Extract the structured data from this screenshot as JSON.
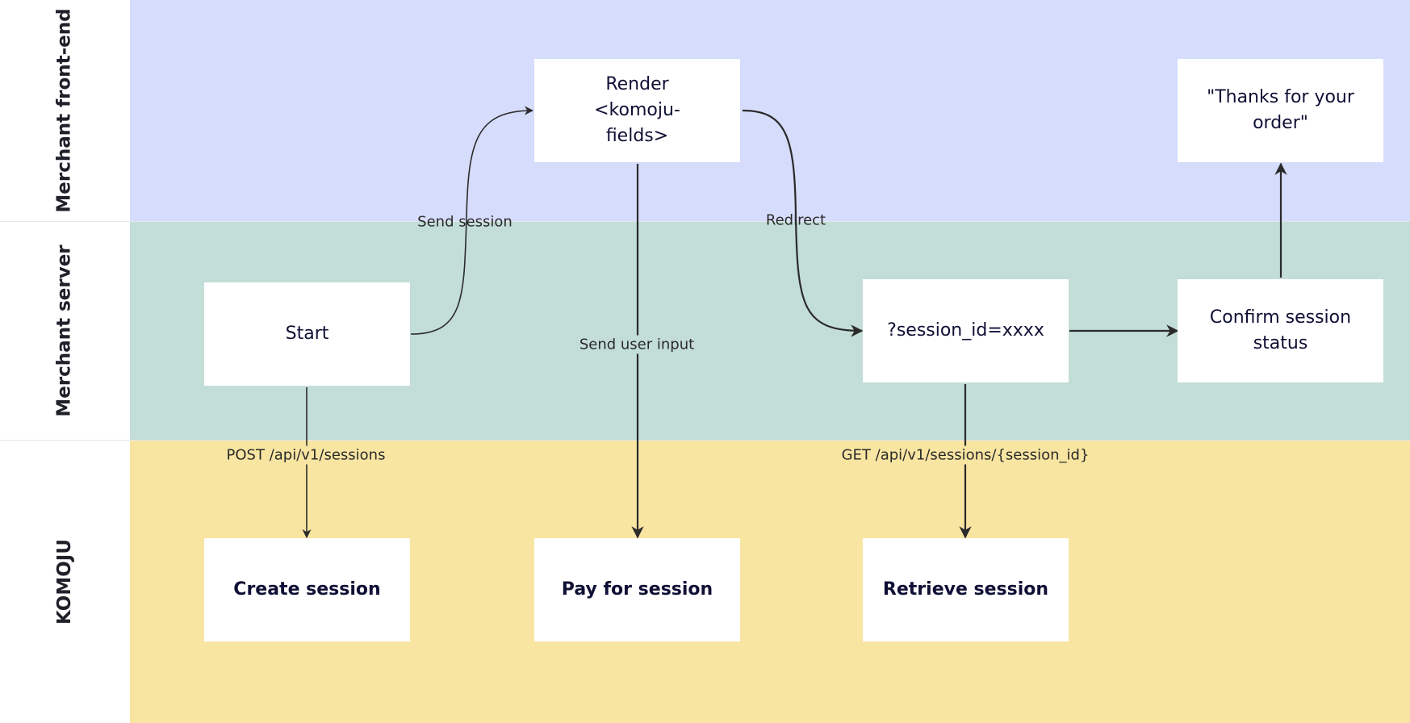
{
  "lanes": {
    "frontend": {
      "title": "Merchant front-end",
      "color": "#d6dcfb"
    },
    "server": {
      "title": "Merchant server",
      "color": "#c3ddd7"
    },
    "komoju": {
      "title": "KOMOJU",
      "color": "#f8e5a2"
    }
  },
  "nodes": {
    "render": "Render <komoju-fields>",
    "thanks": "\"Thanks for your order\"",
    "start": "Start",
    "session_param": "?session_id=xxxx",
    "confirm": "Confirm session status",
    "create": "Create session",
    "pay": "Pay for session",
    "retrieve": "Retrieve session"
  },
  "edges": {
    "send_session": "Send session",
    "redirect": "Redirect",
    "send_user_input": "Send user input",
    "post_sessions": "POST /api/v1/sessions",
    "get_session": "GET /api/v1/sessions/{session_id}"
  },
  "colors": {
    "arrow": "#2b2b2b",
    "box_text": "#0f1035"
  }
}
